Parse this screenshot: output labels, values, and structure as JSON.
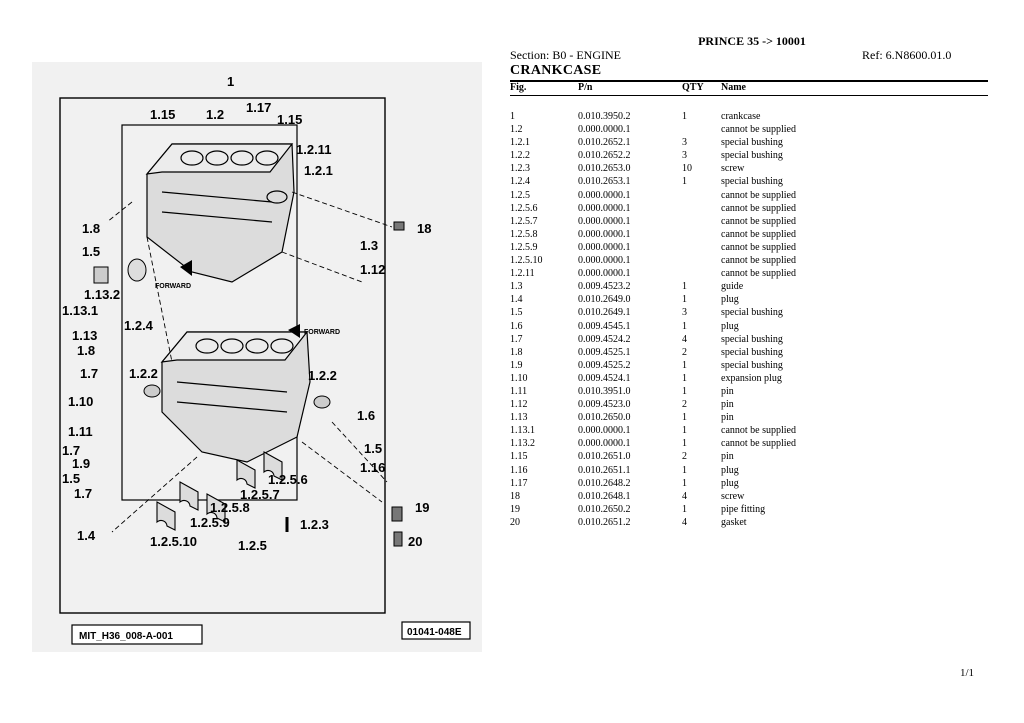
{
  "document": {
    "title": "PRINCE 35 -> 10001",
    "section": "Section: B0 - ENGINE",
    "ref": "Ref: 6.N8600.01.0",
    "heading": "CRANKCASE",
    "page": "1/1"
  },
  "table": {
    "headers": {
      "fig": "Fig.",
      "pn": "P/n",
      "qty": "QTY",
      "name": "Name"
    },
    "rows": [
      {
        "fig": "1",
        "pn": "0.010.3950.2",
        "qty": "1",
        "name": "crankcase"
      },
      {
        "fig": "1.2",
        "pn": "0.000.0000.1",
        "qty": "",
        "name": "cannot be supplied"
      },
      {
        "fig": "1.2.1",
        "pn": "0.010.2652.1",
        "qty": "3",
        "name": "special bushing"
      },
      {
        "fig": "1.2.2",
        "pn": "0.010.2652.2",
        "qty": "3",
        "name": "special bushing"
      },
      {
        "fig": "1.2.3",
        "pn": "0.010.2653.0",
        "qty": "10",
        "name": "screw"
      },
      {
        "fig": "1.2.4",
        "pn": "0.010.2653.1",
        "qty": "1",
        "name": "special bushing"
      },
      {
        "fig": "1.2.5",
        "pn": "0.000.0000.1",
        "qty": "",
        "name": "cannot be supplied"
      },
      {
        "fig": "1.2.5.6",
        "pn": "0.000.0000.1",
        "qty": "",
        "name": "cannot be supplied"
      },
      {
        "fig": "1.2.5.7",
        "pn": "0.000.0000.1",
        "qty": "",
        "name": "cannot be supplied"
      },
      {
        "fig": "1.2.5.8",
        "pn": "0.000.0000.1",
        "qty": "",
        "name": "cannot be supplied"
      },
      {
        "fig": "1.2.5.9",
        "pn": "0.000.0000.1",
        "qty": "",
        "name": "cannot be supplied"
      },
      {
        "fig": "1.2.5.10",
        "pn": "0.000.0000.1",
        "qty": "",
        "name": "cannot be supplied"
      },
      {
        "fig": "1.2.11",
        "pn": "0.000.0000.1",
        "qty": "",
        "name": "cannot be supplied"
      },
      {
        "fig": "1.3",
        "pn": "0.009.4523.2",
        "qty": "1",
        "name": "guide"
      },
      {
        "fig": "1.4",
        "pn": "0.010.2649.0",
        "qty": "1",
        "name": "plug"
      },
      {
        "fig": "1.5",
        "pn": "0.010.2649.1",
        "qty": "3",
        "name": "special bushing"
      },
      {
        "fig": "1.6",
        "pn": "0.009.4545.1",
        "qty": "1",
        "name": "plug"
      },
      {
        "fig": "1.7",
        "pn": "0.009.4524.2",
        "qty": "4",
        "name": "special bushing"
      },
      {
        "fig": "1.8",
        "pn": "0.009.4525.1",
        "qty": "2",
        "name": "special bushing"
      },
      {
        "fig": "1.9",
        "pn": "0.009.4525.2",
        "qty": "1",
        "name": "special bushing"
      },
      {
        "fig": "1.10",
        "pn": "0.009.4524.1",
        "qty": "1",
        "name": "expansion plug"
      },
      {
        "fig": "1.11",
        "pn": "0.010.3951.0",
        "qty": "1",
        "name": "pin"
      },
      {
        "fig": "1.12",
        "pn": "0.009.4523.0",
        "qty": "2",
        "name": "pin"
      },
      {
        "fig": "1.13",
        "pn": "0.010.2650.0",
        "qty": "1",
        "name": "pin"
      },
      {
        "fig": "1.13.1",
        "pn": "0.000.0000.1",
        "qty": "1",
        "name": "cannot be supplied"
      },
      {
        "fig": "1.13.2",
        "pn": "0.000.0000.1",
        "qty": "1",
        "name": "cannot be supplied"
      },
      {
        "fig": "1.15",
        "pn": "0.010.2651.0",
        "qty": "2",
        "name": "pin"
      },
      {
        "fig": "1.16",
        "pn": "0.010.2651.1",
        "qty": "1",
        "name": "plug"
      },
      {
        "fig": "1.17",
        "pn": "0.010.2648.2",
        "qty": "1",
        "name": "plug"
      },
      {
        "fig": "18",
        "pn": "0.010.2648.1",
        "qty": "4",
        "name": "screw"
      },
      {
        "fig": "19",
        "pn": "0.010.2650.2",
        "qty": "1",
        "name": "pipe fitting"
      },
      {
        "fig": "20",
        "pn": "0.010.2651.2",
        "qty": "4",
        "name": "gasket"
      }
    ]
  },
  "diagram": {
    "callouts": [
      "1",
      "1.15",
      "1.2",
      "1.17",
      "1.15",
      "1.2.11",
      "1.2.1",
      "1.8",
      "18",
      "1.5",
      "1.3",
      "1.12",
      "1.13.2",
      "1.13.1",
      "1.2.4",
      "1.13",
      "1.8",
      "1.7",
      "1.2.2",
      "1.2.2",
      "1.10",
      "1.6",
      "1.11",
      "1.5",
      "1.7",
      "1.16",
      "1.9",
      "1.2.5.6",
      "1.5",
      "1.2.5.7",
      "1.7",
      "1.2.5.8",
      "19",
      "1.2.5.9",
      "1.2.3",
      "1.4",
      "1.2.5.10",
      "1.2.5",
      "20"
    ],
    "forward_labels": [
      "FORWARD",
      "FORWARD"
    ],
    "drawing_code": "MIT_H36_008-A-001",
    "ref_code": "01041-048E"
  }
}
